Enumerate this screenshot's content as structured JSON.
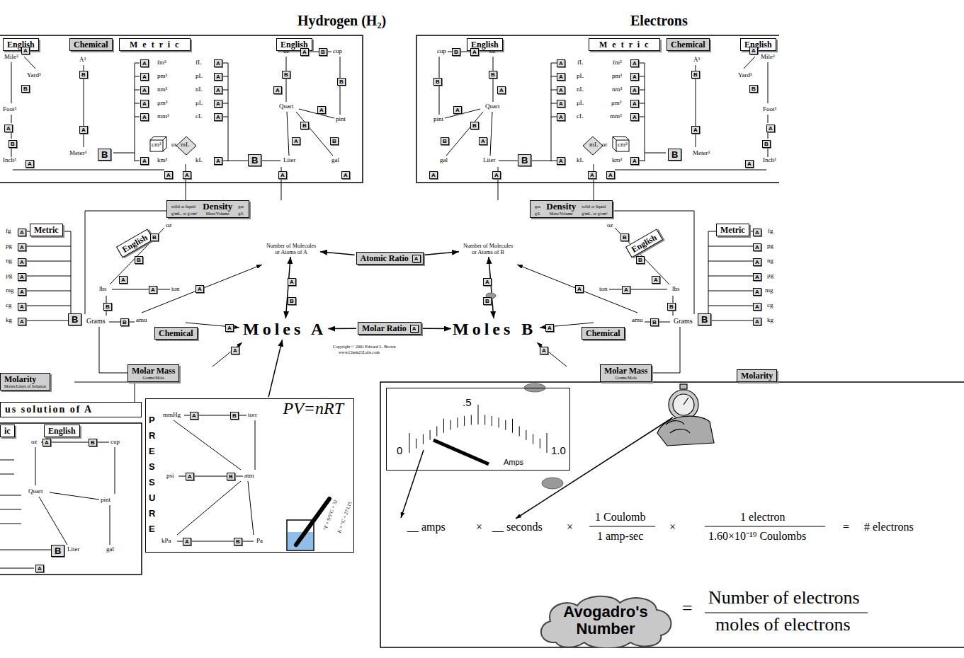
{
  "diagram": {
    "nodes": [
      {
        "text": [
          "English"
        ]
      },
      {
        "text": [
          "Chemical"
        ]
      },
      {
        "text": [
          "M e t r i c"
        ]
      },
      {
        "text": [
          "English"
        ]
      },
      {
        "text": [
          "English"
        ]
      },
      {
        "text": [
          "M e t r i c"
        ]
      },
      {
        "text": [
          "Chemical"
        ]
      },
      {
        "text": [
          "English"
        ]
      },
      {
        "text": [
          "solid or liquid",
          "g/mL, or g/cm³",
          "Density",
          "Mass/Volume",
          "gas",
          "g/L"
        ]
      },
      {
        "text": [
          "gas",
          "g/L",
          "Density",
          "Mass/Volume",
          "solid or liquid",
          "g/mL, or g/cm³"
        ]
      },
      {
        "text": [
          "Metric"
        ]
      },
      {
        "text": [
          "English"
        ]
      },
      {
        "text": [
          "Number of Molecules or Atoms of A"
        ]
      },
      {
        "text": [
          "Atomic Ratio"
        ]
      },
      {
        "text": [
          "Number of Molecules or Atoms of B"
        ]
      },
      {
        "text": [
          "English"
        ]
      },
      {
        "text": [
          "Metric"
        ]
      },
      {
        "text": [
          "Moles A"
        ]
      },
      {
        "text": [
          "Molar Ratio"
        ]
      },
      {
        "text": [
          "Moles B"
        ]
      },
      {
        "text": [
          "Chemical"
        ]
      },
      {
        "text": [
          "Chemical"
        ]
      },
      {
        "text": [
          "Molar Mass",
          "Grams/Mole"
        ]
      },
      {
        "text": [
          "Molar Mass",
          "Grams/Mole"
        ]
      },
      {
        "text": [
          "Molarity",
          "Moles/Liters of Solution"
        ]
      },
      {
        "text": [
          "Molarity"
        ]
      },
      {
        "text": [
          "us solution of A"
        ]
      },
      {
        "text": [
          "ic"
        ]
      },
      {
        "text": [
          "English"
        ]
      },
      {
        "text": [
          "PV=nRT"
        ]
      },
      {
        "text": [
          "Amps"
        ]
      },
      {
        "text": [
          "Avogadro's Number"
        ]
      }
    ],
    "edges": [
      {
        "from": 13,
        "to": 12,
        "arrow": "to"
      },
      {
        "from": 13,
        "to": 14,
        "arrow": "to"
      },
      {
        "from": 18,
        "to": 17,
        "arrow": "to"
      },
      {
        "from": 18,
        "to": 19,
        "arrow": "to"
      },
      {
        "from": 12,
        "to": 17,
        "arrow": "both"
      },
      {
        "from": 14,
        "to": 19,
        "arrow": "both"
      },
      {
        "from": 29,
        "to": 17,
        "arrow": "to"
      }
    ],
    "labels": [
      "Mile³",
      "Yard³",
      "Foot³",
      "Inch³",
      "Å³",
      "Meter³",
      "fm³",
      "pm³",
      "nm³",
      "μm³",
      "mm³",
      "cm³",
      "km³",
      "or",
      "fL",
      "pL",
      "nL",
      "μL",
      "cL",
      "mL",
      "kL",
      "oz",
      "cup",
      "Quart",
      "pint",
      "Liter",
      "gal",
      "A",
      "B",
      "A",
      "B",
      "A",
      "A",
      "B",
      "B",
      "A",
      "A",
      "A",
      "A",
      "A",
      "A",
      "A",
      "A",
      "A",
      "A",
      "A",
      "A",
      "B",
      "A",
      "B",
      "B",
      "A",
      "B",
      "B",
      "A",
      "A",
      "A",
      "B",
      "A",
      "A",
      "A",
      "fg",
      "pg",
      "ng",
      "μg",
      "mg",
      "cg",
      "kg",
      "A",
      "A",
      "A",
      "A",
      "A",
      "A",
      "A",
      "B",
      "Grams",
      "amu",
      "oz",
      "lbs",
      "ton",
      "A",
      "B",
      "A",
      "B",
      "B",
      "B",
      "A",
      "A",
      "A",
      "A",
      "B",
      "Mile³",
      "Yard³",
      "Foot³",
      "Inch³",
      "Å³",
      "Meter³",
      "fm³",
      "pm³",
      "nm³",
      "μm³",
      "mm³",
      "cm³",
      "km³",
      "or",
      "fL",
      "pL",
      "nL",
      "μL",
      "cL",
      "mL",
      "kL",
      "oz",
      "cup",
      "Quart",
      "pint",
      "Liter",
      "gal",
      "A",
      "B",
      "A",
      "B",
      "A",
      "A",
      "B",
      "B",
      "A",
      "A",
      "A",
      "A",
      "A",
      "A",
      "A",
      "A",
      "A",
      "A",
      "A",
      "A",
      "B",
      "A",
      "B",
      "B",
      "A",
      "B",
      "B",
      "A",
      "A",
      "A",
      "B",
      "A",
      "A",
      "A",
      "fg",
      "pg",
      "ng",
      "μg",
      "mg",
      "cg",
      "kg",
      "A",
      "A",
      "A",
      "A",
      "A",
      "A",
      "A",
      "B",
      "Grams",
      "amu",
      "oz",
      "lbs",
      "ton",
      "A",
      "B",
      "A",
      "B",
      "B",
      "B",
      "A",
      "A",
      "A",
      "A",
      "B",
      "Hydrogen (H₂)",
      "Electrons",
      "A",
      "A",
      "Copyright © 2001 Edward L. Brown",
      "www.Chem21Labs.com",
      "P",
      "R",
      "E",
      "S",
      "S",
      "U",
      "R",
      "E",
      "mmHg",
      "torr",
      "psi",
      "atm",
      "kPa",
      "Pa",
      "°F = 9/5°C + 32",
      "K = °C + 273.15",
      "A",
      "B",
      "A",
      "B",
      "A",
      "B",
      "oz",
      "cup",
      "Quart",
      "pint",
      "Liter",
      "gal",
      "B",
      "A",
      "B",
      "A",
      "0",
      ".5",
      "1.0",
      "__ amps",
      "×",
      "__ seconds",
      "×",
      "1 Coulomb",
      "1 amp-sec",
      "×",
      "1 electron",
      "1.60×10⁻¹⁹ Coulombs",
      "=",
      "# electrons",
      "=",
      "Number of electrons",
      "moles of electrons"
    ]
  }
}
